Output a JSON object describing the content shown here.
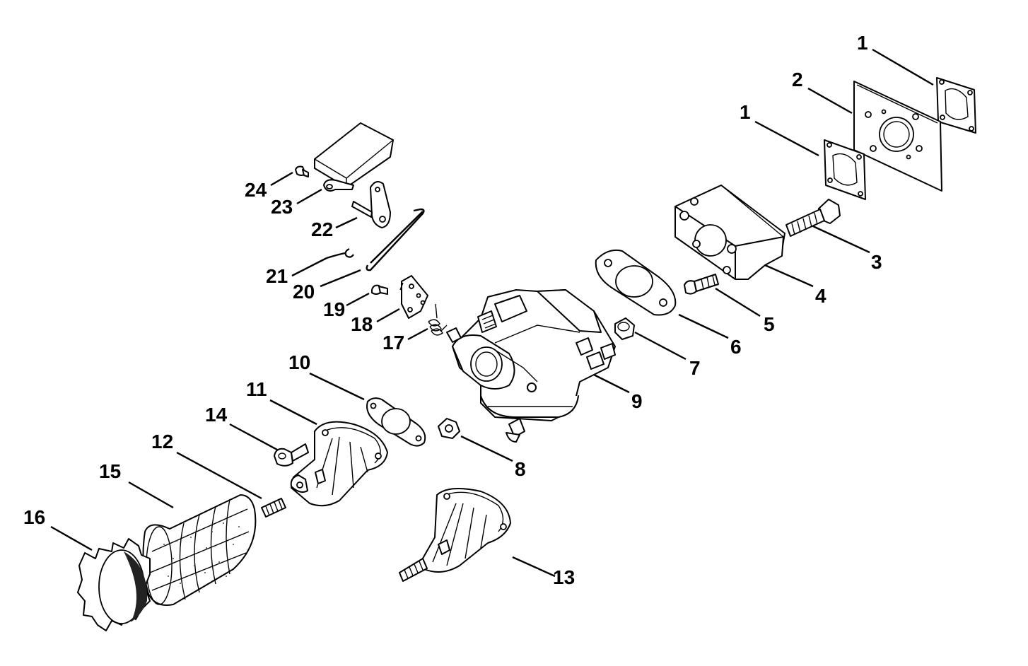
{
  "callouts": {
    "c1a": "1",
    "c1b": "1",
    "c2": "2",
    "c3": "3",
    "c4": "4",
    "c5": "5",
    "c6": "6",
    "c7": "7",
    "c8": "8",
    "c9": "9",
    "c10": "10",
    "c11": "11",
    "c12": "12",
    "c13": "13",
    "c14": "14",
    "c15": "15",
    "c16": "16",
    "c17": "17",
    "c18": "18",
    "c19": "19",
    "c20": "20",
    "c21": "21",
    "c22": "22",
    "c23": "23",
    "c24": "24"
  }
}
